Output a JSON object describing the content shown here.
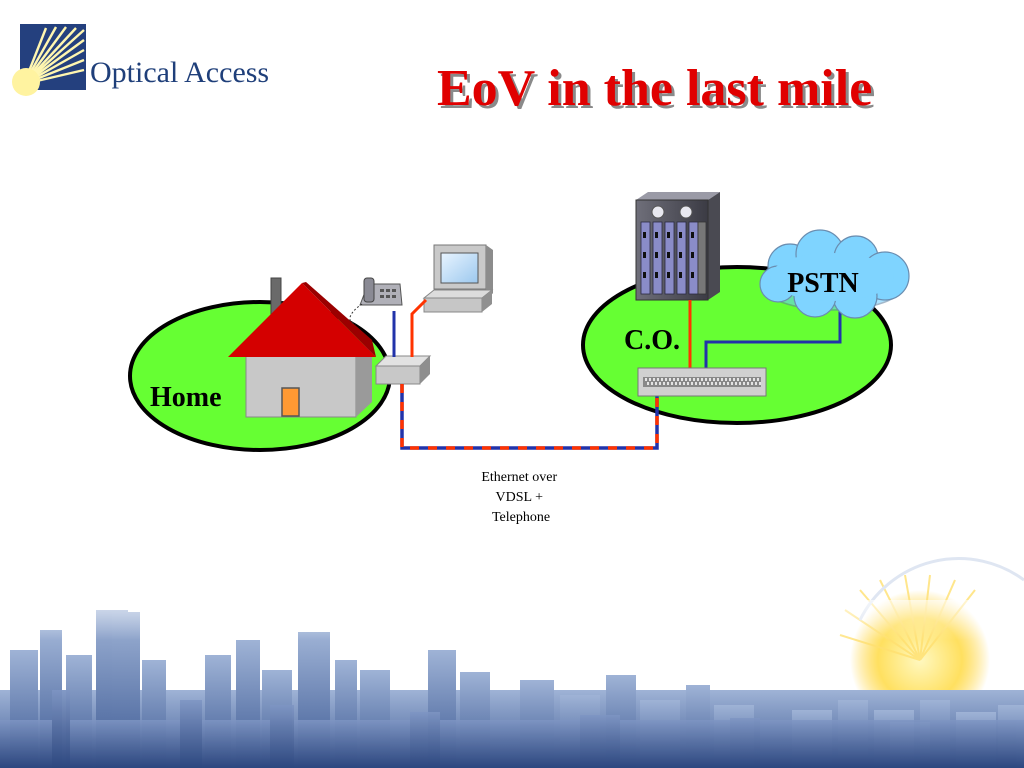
{
  "logo": {
    "brand": "Optical Access",
    "icon": "sunburst-logo-icon"
  },
  "title": "EoV in the last mile",
  "diagram": {
    "home_label": "Home",
    "co_label": "C.O.",
    "pstn_label": "PSTN",
    "link_caption": "Ethernet over\nVDSL  +\nTelephone"
  },
  "colors": {
    "title": "#e00000",
    "brand": "#1f3f7a",
    "island": "#66ff33",
    "roof": "#d40000",
    "ethernet_line": "#ff3300",
    "telephone_line": "#2233aa",
    "cloud": "#66ccff"
  },
  "icons": [
    "house-icon",
    "telephone-icon",
    "computer-icon",
    "modem-icon",
    "central-office-switch-icon",
    "dslam-icon",
    "pstn-cloud-icon",
    "city-skyline-icon"
  ]
}
